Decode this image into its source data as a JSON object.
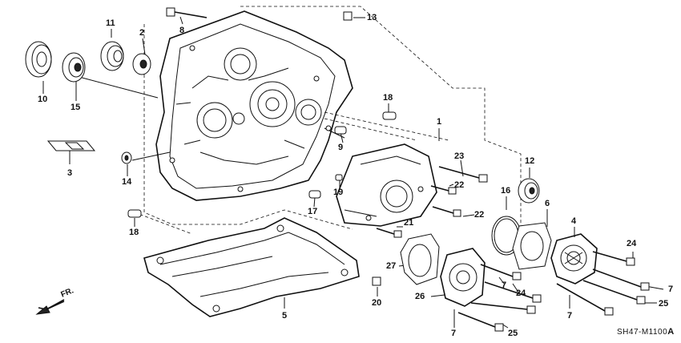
{
  "diagram": {
    "callouts": [
      "1",
      "2",
      "3",
      "4",
      "5",
      "6",
      "7",
      "7",
      "7",
      "7",
      "8",
      "9",
      "10",
      "11",
      "12",
      "13",
      "14",
      "15",
      "16",
      "17",
      "18",
      "18",
      "19",
      "20",
      "21",
      "22",
      "22",
      "23",
      "24",
      "24",
      "25",
      "25",
      "26",
      "27"
    ],
    "direction_label": "FR.",
    "diagram_code": "SH47-M1100",
    "diagram_code_suffix": "A"
  }
}
